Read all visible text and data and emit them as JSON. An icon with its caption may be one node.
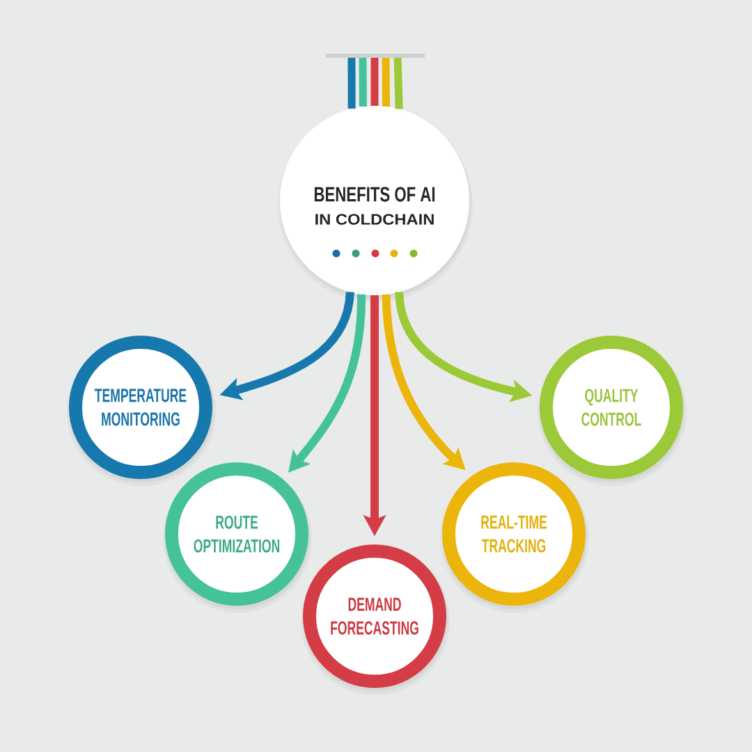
{
  "diagram": {
    "nodes": [
      {
        "text": [],
        "shape": "bar"
      },
      {
        "text": [
          "BENEFITS OF AI",
          "IN COLDCHAIN"
        ]
      },
      {
        "text": [
          "TEMPERATURE MONITORING"
        ]
      },
      {
        "text": [
          "ROUTE OPTIMIZATION"
        ]
      },
      {
        "text": [
          "DEMAND FORECASTING"
        ]
      },
      {
        "text": [
          "REAL-TIME TRACKING"
        ]
      },
      {
        "text": [
          "QUALITY CONTROL"
        ]
      }
    ],
    "edges": [
      {
        "from": 0,
        "to": 1,
        "arrow": "none",
        "color": "#1778ad"
      },
      {
        "from": 0,
        "to": 1,
        "arrow": "none",
        "color": "#45c29a"
      },
      {
        "from": 0,
        "to": 1,
        "arrow": "none",
        "color": "#d43d45"
      },
      {
        "from": 0,
        "to": 1,
        "arrow": "none",
        "color": "#ecb50c"
      },
      {
        "from": 0,
        "to": 1,
        "arrow": "none",
        "color": "#9cc937"
      },
      {
        "from": 1,
        "to": 2,
        "arrow": "to",
        "color": "#1778ad"
      },
      {
        "from": 1,
        "to": 3,
        "arrow": "to",
        "color": "#45c29a"
      },
      {
        "from": 1,
        "to": 4,
        "arrow": "to",
        "color": "#d43d45"
      },
      {
        "from": 1,
        "to": 5,
        "arrow": "to",
        "color": "#ecb50c"
      },
      {
        "from": 1,
        "to": 6,
        "arrow": "to",
        "color": "#9cc937"
      }
    ]
  }
}
